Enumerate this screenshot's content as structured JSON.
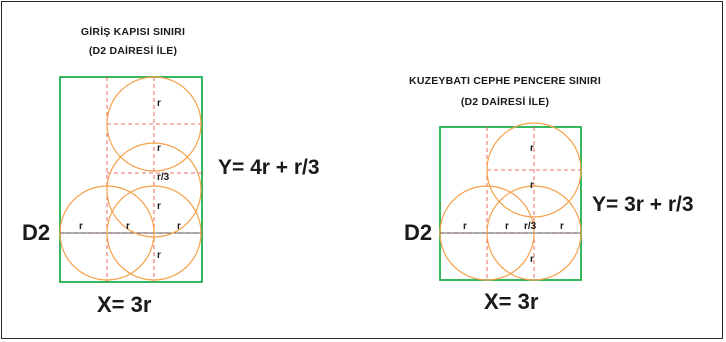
{
  "left": {
    "title_line1": "GİRİŞ KAPISI SINIRI",
    "title_line2": "(D2 DAİRESİ İLE)",
    "y_formula": "Y= 4r + r/3",
    "x_formula": "X= 3r",
    "d_label": "D2",
    "radius_label": "r",
    "third_label": "r/3"
  },
  "right": {
    "title_line1": "KUZEYBATI CEPHE PENCERE SINIRI",
    "title_line2": "(D2 DAİRESİ İLE)",
    "y_formula": "Y= 3r + r/3",
    "x_formula": "X= 3r",
    "d_label": "D2",
    "radius_label": "r",
    "third_label": "r/3"
  },
  "colors": {
    "frame": "#22b14c",
    "circle": "#f5a04a",
    "dashed": "#e8443a",
    "axis": "#333333",
    "border": "#2a2a2a"
  }
}
